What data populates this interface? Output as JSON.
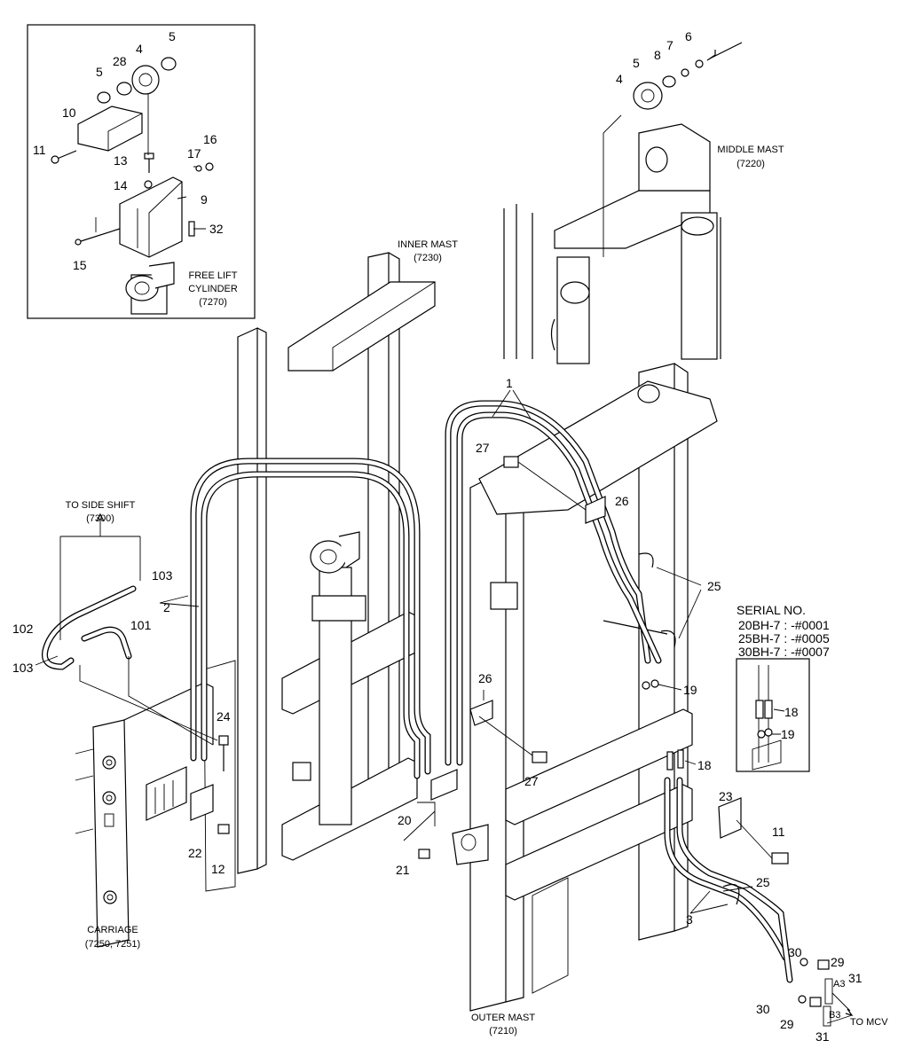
{
  "captions": {
    "free_lift_cylinder": [
      "FREE LIFT",
      "CYLINDER",
      "(7270)"
    ],
    "inner_mast": [
      "INNER MAST",
      "(7230)"
    ],
    "middle_mast": [
      "MIDDLE MAST",
      "(7220)"
    ],
    "side_shift": [
      "TO SIDE SHIFT",
      "(7300)"
    ],
    "carriage": [
      "CARRIAGE",
      "(7250, 7251)"
    ],
    "outer_mast": [
      "OUTER MAST",
      "(7210)"
    ],
    "to_mcv": "TO MCV",
    "port_a3": "A3",
    "port_b3": "B3"
  },
  "serial": {
    "title": "SERIAL NO.",
    "lines": [
      "20BH-7 : -#0001",
      "25BH-7 : -#0005",
      "30BH-7 : -#0007"
    ]
  },
  "parts": {
    "p5a": "5",
    "p4a": "4",
    "p28": "28",
    "p5b": "5",
    "p10": "10",
    "p11a": "11",
    "p13": "13",
    "p17": "17",
    "p16": "16",
    "p14": "14",
    "p9": "9",
    "p15": "15",
    "p32": "32",
    "p6": "6",
    "p8": "8",
    "p7": "7",
    "p5c": "5",
    "p4b": "4",
    "p1": "1",
    "p27a": "27",
    "p26a": "26",
    "p25a": "25",
    "p2": "2",
    "p103a": "103",
    "p102": "102",
    "p101": "101",
    "p103b": "103",
    "p26b": "26",
    "p24": "24",
    "p19a": "19",
    "p18a": "18",
    "p18b": "18",
    "p19b": "19",
    "p27b": "27",
    "p20": "20",
    "p22": "22",
    "p12": "12",
    "p21": "21",
    "p23": "23",
    "p11b": "11",
    "p25b": "25",
    "p3": "3",
    "p30a": "30",
    "p29a": "29",
    "p31a": "31",
    "p30b": "30",
    "p29b": "29",
    "p31b": "31"
  }
}
